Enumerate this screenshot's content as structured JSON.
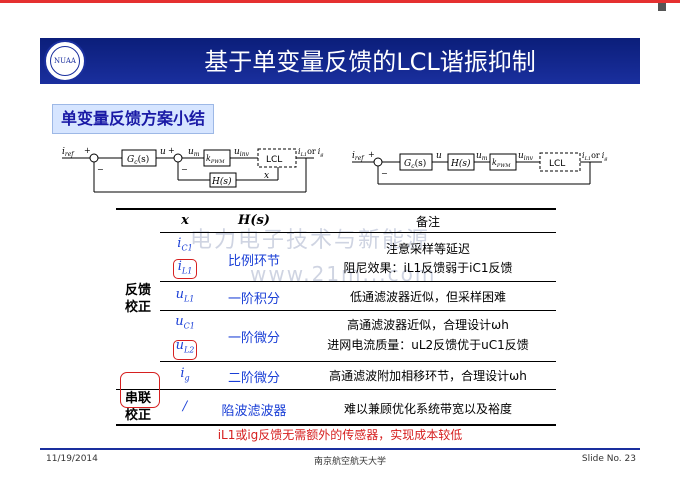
{
  "slide": {
    "title": "基于单变量反馈的LCL谐振抑制",
    "logo_text": "NUAA",
    "subtitle": "单变量反馈方案小结",
    "date": "11/19/2014",
    "university": "南京航空航天大学",
    "slide_no": "Slide No. 23",
    "watermark_lines": [
      "电力电子技术与新能源",
      "www.21m...com"
    ]
  },
  "diagram_left": {
    "input": "i",
    "input_sub": "ref",
    "plus": "+",
    "minus": "−",
    "gc": "G",
    "gc_sub": "c",
    "gc_arg": "(s)",
    "u": "u",
    "u_plus": "+",
    "u_minus": "−",
    "um": "u",
    "um_sub": "m",
    "kpwm": "k",
    "kpwm_sub": "PWM",
    "uinv": "u",
    "uinv_sub": "inv",
    "lcl": "LCL",
    "out": "i",
    "out_sub1": "L1",
    "out_or": "or",
    "out_sub2": "g",
    "x": "x",
    "h": "H(s)"
  },
  "diagram_right": {
    "input": "i",
    "input_sub": "ref",
    "plus": "+",
    "minus": "−",
    "gc": "G",
    "gc_sub": "c",
    "gc_arg": "(s)",
    "u": "u",
    "hs": "H(s)",
    "um": "u",
    "um_sub": "m",
    "kpwm": "k",
    "kpwm_sub": "PWM",
    "uinv": "u",
    "uinv_sub": "inv",
    "lcl": "LCL",
    "out": "i",
    "out_sub1": "L1",
    "out_or": "or",
    "out_sub2": "g"
  },
  "table": {
    "headers": [
      "x",
      "H(s)",
      "备注"
    ],
    "groups": {
      "feedback": "反馈\n校正",
      "series": "串联\n校正"
    },
    "rows": [
      {
        "x": [
          "iC1",
          "iL1"
        ],
        "h": "比例环节",
        "notes": [
          "注意采样等延迟",
          "阻尼效果：iL1反馈弱于iC1反馈"
        ]
      },
      {
        "x": [
          "uL1"
        ],
        "h": "一阶积分",
        "notes": [
          "低通滤波器近似，但采样困难"
        ]
      },
      {
        "x": [
          "uC1",
          "uL2"
        ],
        "h": "一阶微分",
        "notes": [
          "高通滤波器近似，合理设计ωh",
          "进网电流质量：uL2反馈优于uC1反馈"
        ]
      },
      {
        "x": [
          "ig"
        ],
        "h": "二阶微分",
        "notes": [
          "高通滤波附加相移环节，合理设计ωh"
        ]
      },
      {
        "x": [
          "/"
        ],
        "h": "陷波滤波器",
        "notes": [
          "难以兼顾优化系统带宽以及裕度"
        ]
      }
    ],
    "footnote": "iL1或ig反馈无需额外的传感器，实现成本较低"
  },
  "labels": {
    "iC1_main": "i",
    "iC1_sub": "C1",
    "iL1_main": "i",
    "iL1_sub": "L1",
    "uL1_main": "u",
    "uL1_sub": "L1",
    "uC1_main": "u",
    "uC1_sub": "C1",
    "uL2_main": "u",
    "uL2_sub": "L2",
    "ig_main": "i",
    "ig_sub": "g",
    "slash": "/",
    "omega_h": "ω",
    "omega_sub": "h"
  },
  "colors": {
    "title_bar": "#1a2f9e",
    "accent_blue": "#1a3fd6",
    "highlight_red": "#d62020",
    "subtitle_bg": "#d6e5ff"
  }
}
